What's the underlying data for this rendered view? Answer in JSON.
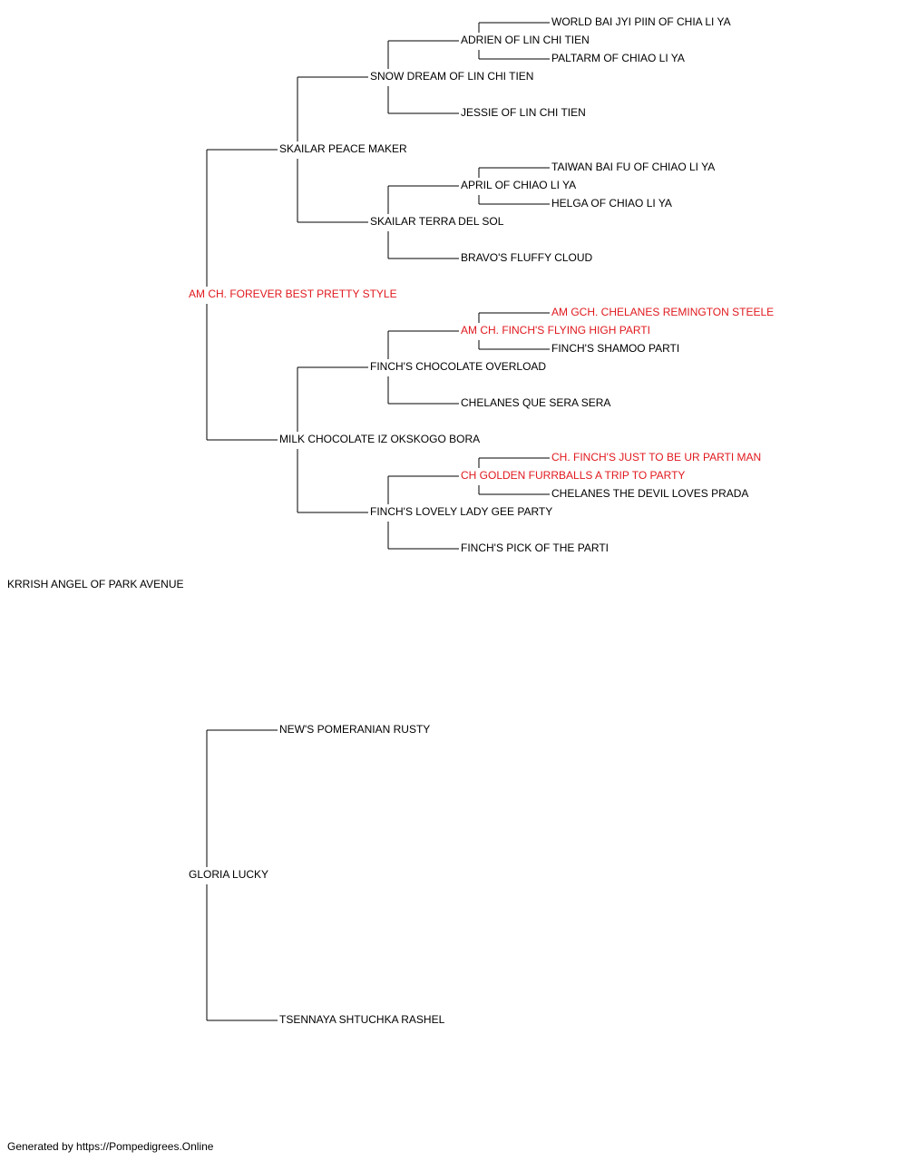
{
  "pedigree": {
    "subject": {
      "name": "KRRISH ANGEL OF PARK AVENUE"
    },
    "sire": {
      "name": "AM CH. FOREVER BEST PRETTY STYLE",
      "titled": true,
      "sire": {
        "name": "SKAILAR PEACE MAKER",
        "sire": {
          "name": "SNOW DREAM OF LIN CHI TIEN",
          "sire": {
            "name": "ADRIEN OF LIN CHI TIEN",
            "sire": {
              "name": "WORLD BAI JYI PIIN OF CHIA LI YA"
            },
            "dam": {
              "name": "PALTARM OF CHIAO LI YA"
            }
          },
          "dam": {
            "name": "JESSIE OF LIN CHI TIEN"
          }
        },
        "dam": {
          "name": "SKAILAR TERRA DEL SOL",
          "sire": {
            "name": "APRIL OF CHIAO LI YA",
            "sire": {
              "name": "TAIWAN BAI FU OF CHIAO LI YA"
            },
            "dam": {
              "name": "HELGA OF CHIAO LI YA"
            }
          },
          "dam": {
            "name": "BRAVO'S FLUFFY CLOUD"
          }
        }
      },
      "dam": {
        "name": "MILK CHOCOLATE IZ OKSKOGO BORA",
        "sire": {
          "name": "FINCH'S CHOCOLATE OVERLOAD",
          "sire": {
            "name": "AM CH. FINCH'S FLYING HIGH PARTI",
            "titled": true,
            "sire": {
              "name": "AM GCH. CHELANES REMINGTON STEELE",
              "titled": true
            },
            "dam": {
              "name": "FINCH'S SHAMOO PARTI"
            }
          },
          "dam": {
            "name": "CHELANES QUE SERA SERA"
          }
        },
        "dam": {
          "name": "FINCH'S LOVELY LADY GEE PARTY",
          "sire": {
            "name": "CH GOLDEN FURRBALLS A TRIP TO PARTY",
            "titled": true,
            "sire": {
              "name": "CH. FINCH'S JUST TO BE UR PARTI MAN",
              "titled": true
            },
            "dam": {
              "name": "CHELANES THE DEVIL LOVES PRADA"
            }
          },
          "dam": {
            "name": "FINCH'S PICK OF THE PARTI"
          }
        }
      }
    },
    "dam": {
      "name": "GLORIA LUCKY",
      "sire": {
        "name": "NEW'S POMERANIAN RUSTY"
      },
      "dam": {
        "name": "TSENNAYA SHTUCHKA RASHEL"
      }
    }
  },
  "colors": {
    "titled": "#e0191e",
    "default": "#000000",
    "line": "#000000"
  },
  "footer": {
    "text": "Generated by https://Pompedigrees.Online"
  }
}
